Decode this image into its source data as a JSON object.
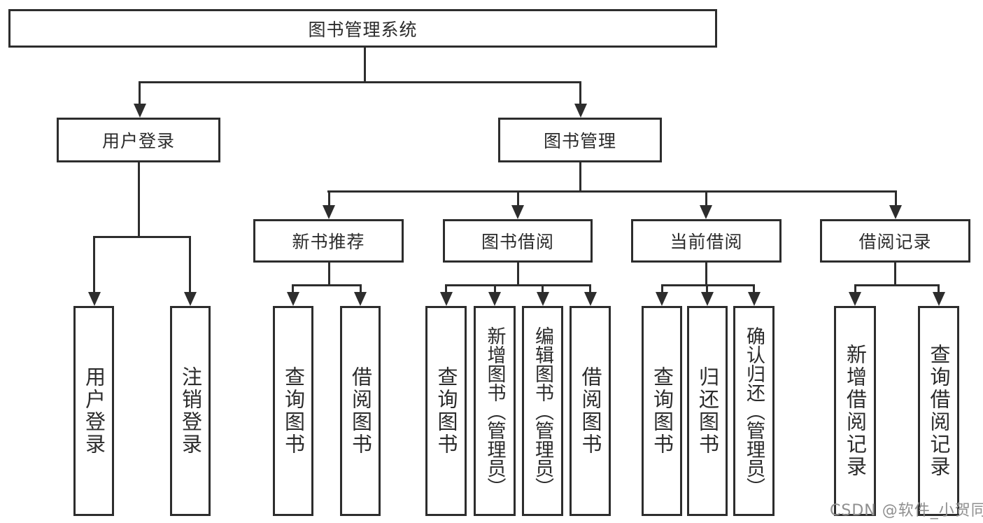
{
  "colors": {
    "background": "#ffffff",
    "line": "#2d2d2d",
    "text": "#2b2b2b",
    "watermark": "#8f8f8f"
  },
  "diagram": {
    "root": {
      "label": "图书管理系统"
    },
    "level2": [
      {
        "label": "用户登录"
      },
      {
        "label": "图书管理"
      }
    ],
    "level3": [
      {
        "parent": "图书管理",
        "label": "新书推荐"
      },
      {
        "parent": "图书管理",
        "label": "图书借阅"
      },
      {
        "parent": "图书管理",
        "label": "当前借阅"
      },
      {
        "parent": "图书管理",
        "label": "借阅记录"
      }
    ],
    "leaves": [
      {
        "parent": "用户登录",
        "label": "用户登录"
      },
      {
        "parent": "用户登录",
        "label": "注销登录"
      },
      {
        "parent": "新书推荐",
        "label": "查询图书"
      },
      {
        "parent": "新书推荐",
        "label": "借阅图书"
      },
      {
        "parent": "图书借阅",
        "label": "查询图书"
      },
      {
        "parent": "图书借阅",
        "label": "新增图书（管理员）"
      },
      {
        "parent": "图书借阅",
        "label": "编辑图书（管理员）"
      },
      {
        "parent": "图书借阅",
        "label": "借阅图书"
      },
      {
        "parent": "当前借阅",
        "label": "查询图书"
      },
      {
        "parent": "当前借阅",
        "label": "归还图书"
      },
      {
        "parent": "当前借阅",
        "label": "确认归还（管理员）"
      },
      {
        "parent": "借阅记录",
        "label": "新增借阅记录"
      },
      {
        "parent": "借阅记录",
        "label": "查询借阅记录"
      }
    ]
  },
  "watermark": {
    "text": "CSDN @软件_小贺同学"
  }
}
